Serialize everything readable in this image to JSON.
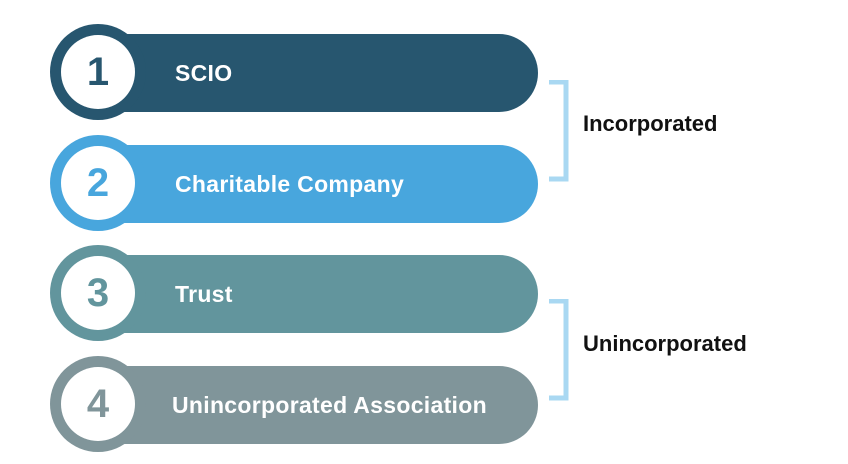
{
  "colors": {
    "item1": "#27566f",
    "item2": "#48a6dd",
    "item3": "#62959d",
    "item4": "#80959a",
    "bracket": "#a9d8f2"
  },
  "items": [
    {
      "number": "1",
      "label": "SCIO"
    },
    {
      "number": "2",
      "label": "Charitable Company"
    },
    {
      "number": "3",
      "label": "Trust"
    },
    {
      "number": "4",
      "label": "Unincorporated Association"
    }
  ],
  "groups": [
    {
      "label": "Incorporated"
    },
    {
      "label": "Unincorporated"
    }
  ]
}
